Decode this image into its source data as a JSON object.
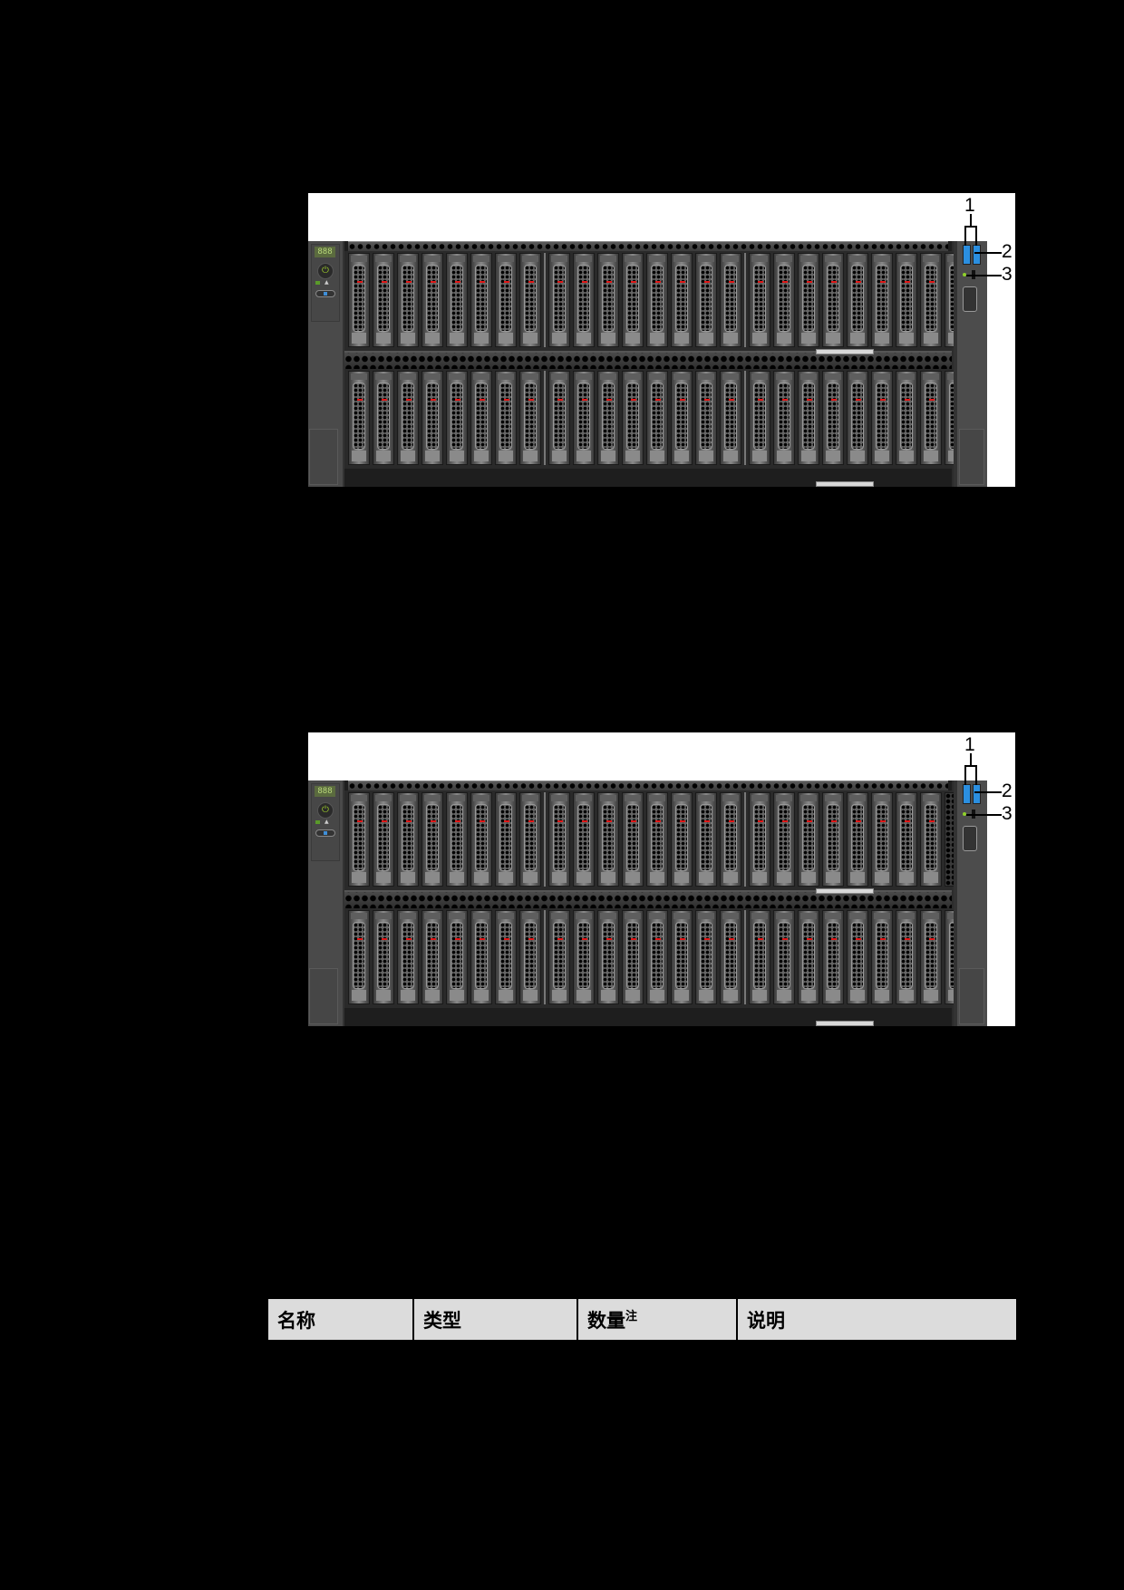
{
  "figures": [
    {
      "id": "fig1",
      "description": "4U server front view, 50 x 2.5-inch drive bays",
      "front_panel": {
        "segment_display": "888"
      },
      "top_row": {
        "drive_count": 25,
        "blank_slots": 0
      },
      "bottom_row": {
        "drive_count": 25,
        "blank_slots": 0
      },
      "callouts": [
        {
          "number": "1",
          "target": "USB ports"
        },
        {
          "number": "2",
          "target": "Indicator / button"
        },
        {
          "number": "3",
          "target": "VGA port"
        }
      ]
    },
    {
      "id": "fig2",
      "description": "4U server front view, 49 drive bays with filler panel",
      "front_panel": {
        "segment_display": "888"
      },
      "top_row": {
        "drive_count": 24,
        "blank_slots": 1
      },
      "bottom_row": {
        "drive_count": 25,
        "blank_slots": 0
      },
      "callouts": [
        {
          "number": "1",
          "target": "USB ports"
        },
        {
          "number": "2",
          "target": "Indicator / button"
        },
        {
          "number": "3",
          "target": "VGA port"
        }
      ]
    }
  ],
  "table": {
    "headers": [
      {
        "label": "名称"
      },
      {
        "label": "类型"
      },
      {
        "label": "数量",
        "superscript": "注"
      },
      {
        "label": "说明"
      }
    ]
  },
  "colors": {
    "page_background": "#000000",
    "figure_background": "#ffffff",
    "table_header_background": "#dcdcdc",
    "usb_blue": "#2b8fe0",
    "drive_led_red": "#e01818",
    "status_led_green": "#8fd12a"
  }
}
